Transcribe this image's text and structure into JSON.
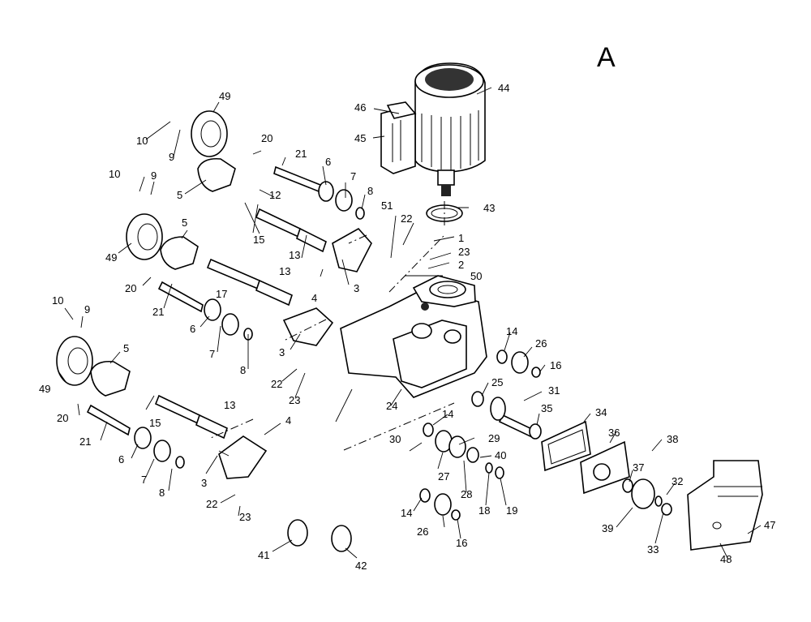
{
  "diagram_letter": "A",
  "callouts": [
    {
      "id": "c1",
      "text": "1"
    },
    {
      "id": "c2",
      "text": "2"
    },
    {
      "id": "c3a",
      "text": "3"
    },
    {
      "id": "c3b",
      "text": "3"
    },
    {
      "id": "c3c",
      "text": "3"
    },
    {
      "id": "c4a",
      "text": "4"
    },
    {
      "id": "c4b",
      "text": "4"
    },
    {
      "id": "c5a",
      "text": "5"
    },
    {
      "id": "c5b",
      "text": "5"
    },
    {
      "id": "c5c",
      "text": "5"
    },
    {
      "id": "c6a",
      "text": "6"
    },
    {
      "id": "c6b",
      "text": "6"
    },
    {
      "id": "c6c",
      "text": "6"
    },
    {
      "id": "c7a",
      "text": "7"
    },
    {
      "id": "c7b",
      "text": "7"
    },
    {
      "id": "c7c",
      "text": "7"
    },
    {
      "id": "c8a",
      "text": "8"
    },
    {
      "id": "c8b",
      "text": "8"
    },
    {
      "id": "c8c",
      "text": "8"
    },
    {
      "id": "c9a",
      "text": "9"
    },
    {
      "id": "c9b",
      "text": "9"
    },
    {
      "id": "c9c",
      "text": "9"
    },
    {
      "id": "c10a",
      "text": "10"
    },
    {
      "id": "c10b",
      "text": "10"
    },
    {
      "id": "c10c",
      "text": "10"
    },
    {
      "id": "c12",
      "text": "12"
    },
    {
      "id": "c13a",
      "text": "13"
    },
    {
      "id": "c13b",
      "text": "13"
    },
    {
      "id": "c13c",
      "text": "13"
    },
    {
      "id": "c14a",
      "text": "14"
    },
    {
      "id": "c14b",
      "text": "14"
    },
    {
      "id": "c14c",
      "text": "14"
    },
    {
      "id": "c15a",
      "text": "15"
    },
    {
      "id": "c15b",
      "text": "15"
    },
    {
      "id": "c16a",
      "text": "16"
    },
    {
      "id": "c16b",
      "text": "16"
    },
    {
      "id": "c17",
      "text": "17"
    },
    {
      "id": "c18",
      "text": "18"
    },
    {
      "id": "c19",
      "text": "19"
    },
    {
      "id": "c20a",
      "text": "20"
    },
    {
      "id": "c20b",
      "text": "20"
    },
    {
      "id": "c20c",
      "text": "20"
    },
    {
      "id": "c21a",
      "text": "21"
    },
    {
      "id": "c21b",
      "text": "21"
    },
    {
      "id": "c21c",
      "text": "21"
    },
    {
      "id": "c22a",
      "text": "22"
    },
    {
      "id": "c22b",
      "text": "22"
    },
    {
      "id": "c22c",
      "text": "22"
    },
    {
      "id": "c23a",
      "text": "23"
    },
    {
      "id": "c23b",
      "text": "23"
    },
    {
      "id": "c23c",
      "text": "23"
    },
    {
      "id": "c24",
      "text": "24"
    },
    {
      "id": "c25",
      "text": "25"
    },
    {
      "id": "c26a",
      "text": "26"
    },
    {
      "id": "c26b",
      "text": "26"
    },
    {
      "id": "c27",
      "text": "27"
    },
    {
      "id": "c28",
      "text": "28"
    },
    {
      "id": "c29",
      "text": "29"
    },
    {
      "id": "c30",
      "text": "30"
    },
    {
      "id": "c31",
      "text": "31"
    },
    {
      "id": "c32",
      "text": "32"
    },
    {
      "id": "c33",
      "text": "33"
    },
    {
      "id": "c34",
      "text": "34"
    },
    {
      "id": "c35",
      "text": "35"
    },
    {
      "id": "c36",
      "text": "36"
    },
    {
      "id": "c37",
      "text": "37"
    },
    {
      "id": "c38",
      "text": "38"
    },
    {
      "id": "c39",
      "text": "39"
    },
    {
      "id": "c40",
      "text": "40"
    },
    {
      "id": "c41",
      "text": "41"
    },
    {
      "id": "c42",
      "text": "42"
    },
    {
      "id": "c43",
      "text": "43"
    },
    {
      "id": "c44",
      "text": "44"
    },
    {
      "id": "c45",
      "text": "45"
    },
    {
      "id": "c46",
      "text": "46"
    },
    {
      "id": "c47",
      "text": "47"
    },
    {
      "id": "c48",
      "text": "48"
    },
    {
      "id": "c49a",
      "text": "49"
    },
    {
      "id": "c49b",
      "text": "49"
    },
    {
      "id": "c49c",
      "text": "49"
    },
    {
      "id": "c50",
      "text": "50"
    },
    {
      "id": "c51",
      "text": "51"
    }
  ]
}
